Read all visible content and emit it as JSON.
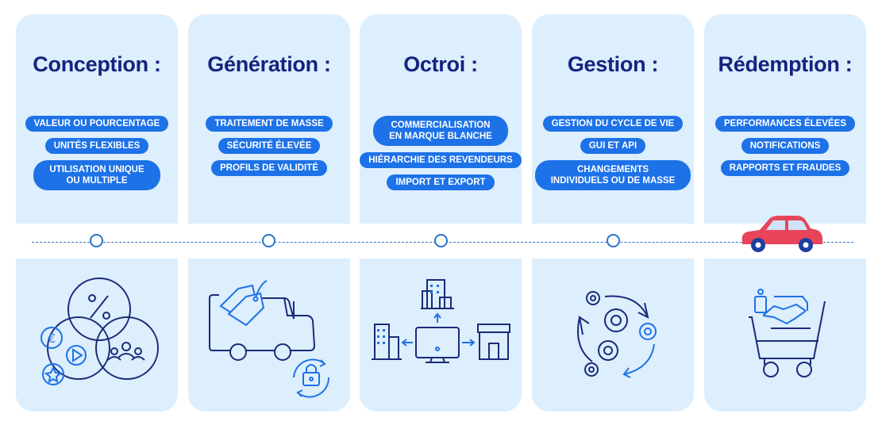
{
  "stages": [
    {
      "title": "Conception :",
      "pills": [
        "VALEUR OU POURCENTAGE",
        "UNITÉS FLEXIBLES",
        "UTILISATION UNIQUE\nOU MULTIPLE"
      ],
      "icon": "venn-percent-icon"
    },
    {
      "title": "Génération :",
      "pills": [
        "TRAITEMENT DE MASSE",
        "SÉCURITÉ ÉLEVÉE",
        "PROFILS DE VALIDITÉ"
      ],
      "icon": "delivery-truck-icon"
    },
    {
      "title": "Octroi :",
      "pills": [
        "COMMERCIALISATION\nEN MARQUE BLANCHE",
        "HIÉRARCHIE DES REVENDEURS",
        "IMPORT ET EXPORT"
      ],
      "icon": "distribution-network-icon"
    },
    {
      "title": "Gestion :",
      "pills": [
        "GESTION DU CYCLE DE VIE",
        "GUI ET API",
        "CHANGEMENTS\nINDIVIDUELS OU DE MASSE"
      ],
      "icon": "gears-cycle-icon"
    },
    {
      "title": "Rédemption :",
      "pills": [
        "PERFORMANCES ÉLEVÉES",
        "NOTIFICATIONS",
        "RAPPORTS ET FRAUDES"
      ],
      "icon": "shopping-cart-handshake-icon"
    }
  ],
  "colors": {
    "card": "#ddeefc",
    "title": "#16237f",
    "pill": "#1d72e8",
    "line": "#2a73c9",
    "car": "#e8455a"
  }
}
